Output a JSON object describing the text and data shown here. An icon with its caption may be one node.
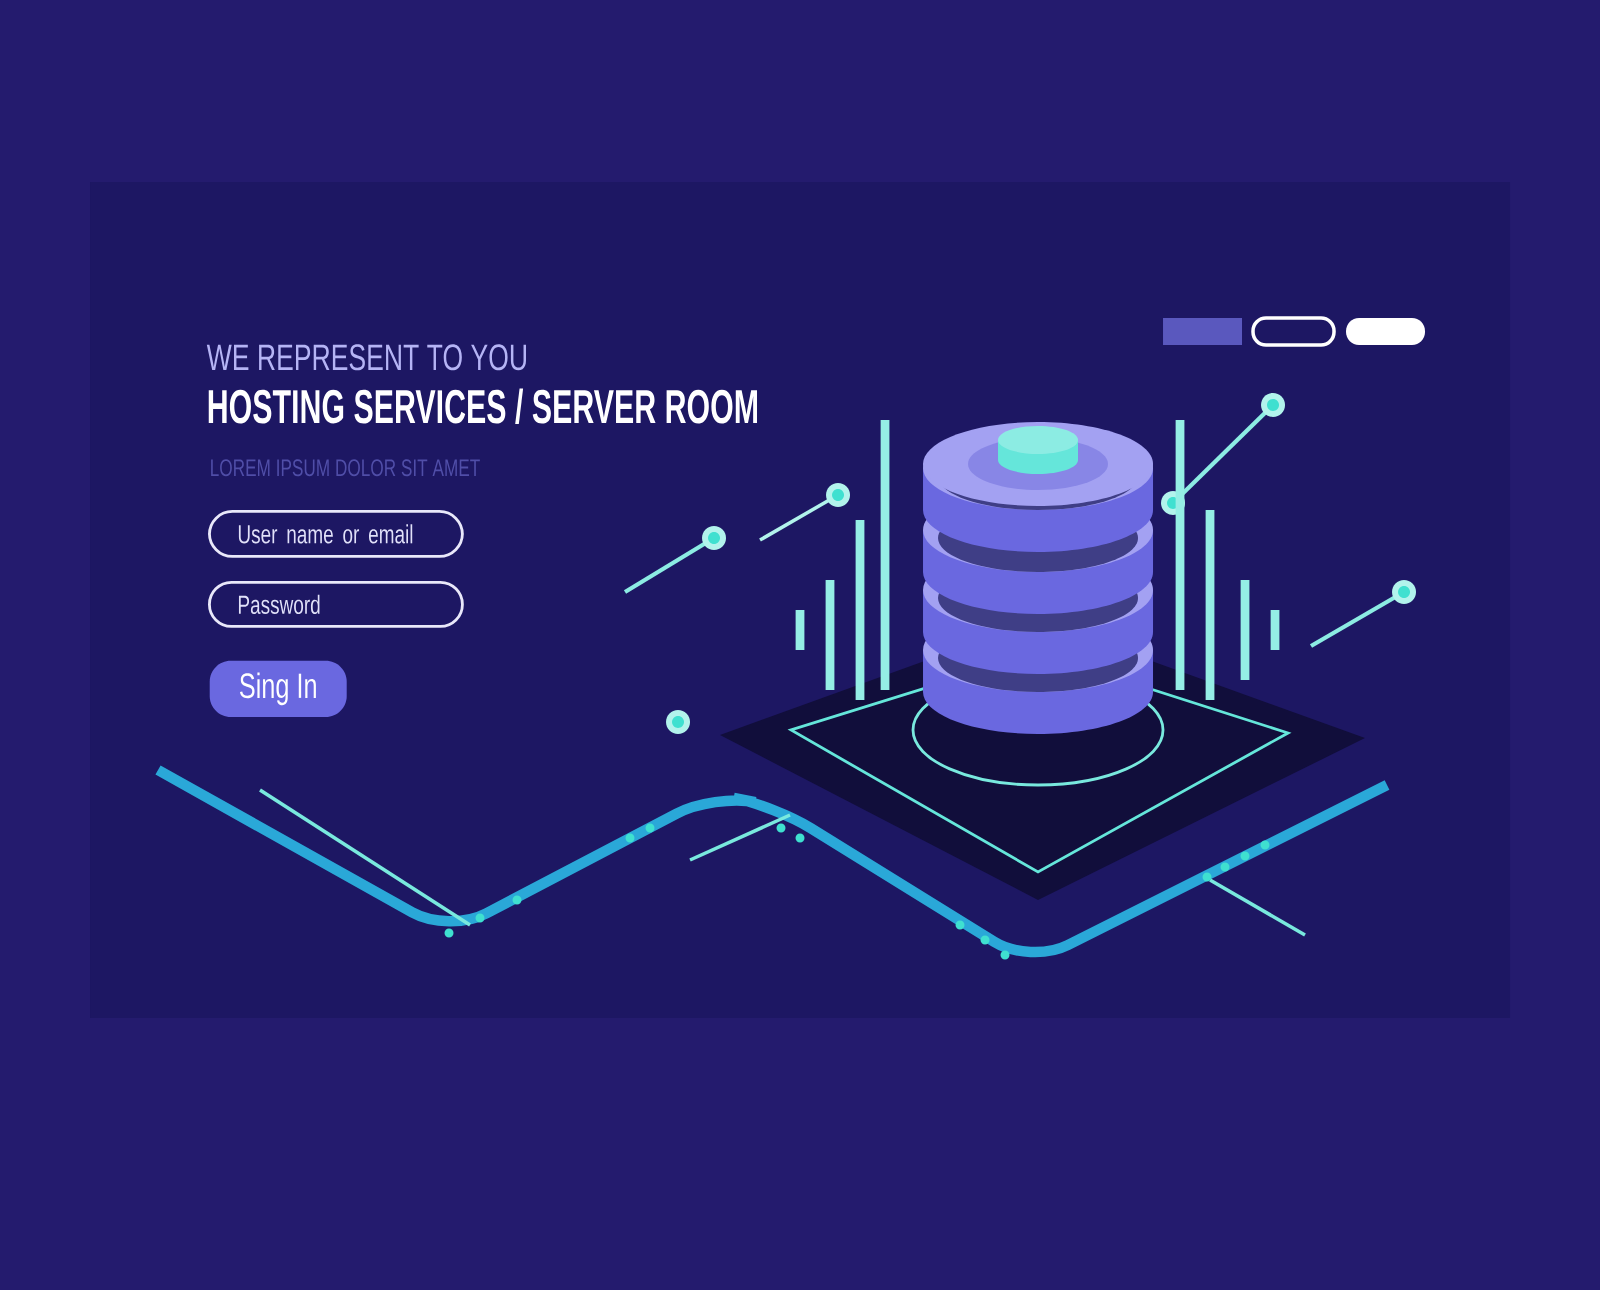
{
  "diagram": {
    "title": "HOSTING SERVICES / SERVER ROOM",
    "nodes": [
      {
        "text": [
          "User name or email"
        ]
      },
      {
        "text": [
          "Password"
        ]
      },
      {
        "text": [
          "Sing In"
        ]
      }
    ],
    "labels": [
      "WE REPRESENT TO YOU",
      "LOREM IPSUM DOLOR SIT AMET"
    ]
  }
}
